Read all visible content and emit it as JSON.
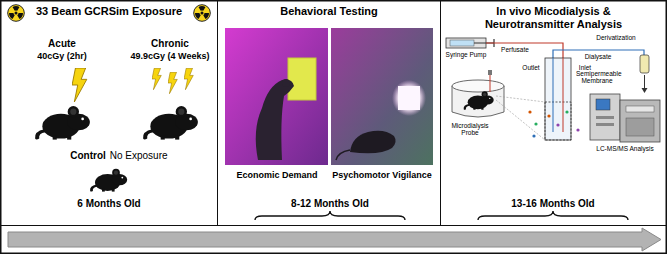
{
  "diagram": {
    "nodes": [
      {
        "text": [
          "33 Beam GCRSim Exposure"
        ]
      },
      {
        "text": [
          "Behavioral Testing"
        ]
      },
      {
        "text": [
          "In vivo Micodialysis & Neurotransmitter Analysis"
        ]
      }
    ],
    "labels": [
      "Acute",
      "40cGy (2hr)",
      "Chronic",
      "49.9cGy (4 Weeks)",
      "Control",
      "No Exposure",
      "6 Months Old",
      "Economic Demand",
      "Psychomotor Vigilance",
      "8-12 Months Old",
      "Syringe Pump",
      "Perfusate",
      "Dialysate",
      "Outlet",
      "Inlet",
      "Semipermeable Membrane",
      "Derivatization",
      "Microdialysis Probe",
      "LC-MS/MS Analysis",
      "13-16 Months Old"
    ]
  }
}
